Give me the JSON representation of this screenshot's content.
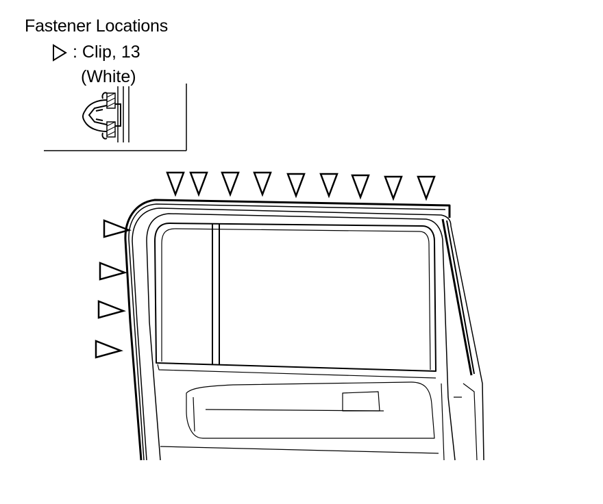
{
  "legend": {
    "title": "Fastener Locations",
    "symbol_icon": "hollow-triangle-icon",
    "item_label": ": Clip, 13",
    "item_color": "(White)"
  },
  "colors": {
    "line": "#000000",
    "background": "#ffffff"
  },
  "diagram": {
    "subject": "door-trim-weatherstrip",
    "clip_count_top": 9,
    "clip_count_left": 4
  }
}
